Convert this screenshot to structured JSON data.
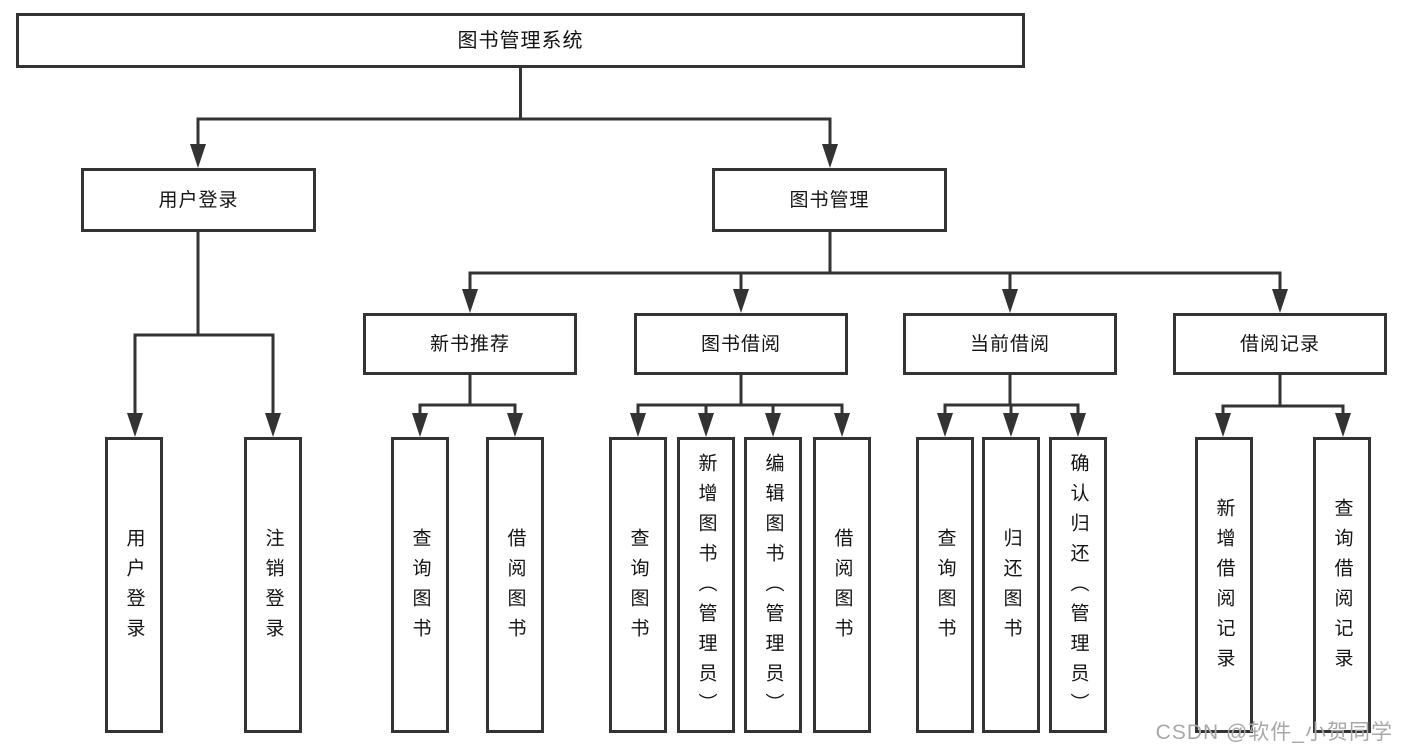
{
  "diagram": {
    "title_node": "图书管理系统",
    "tree": {
      "root": {
        "label": "图书管理系统",
        "children": [
          {
            "label": "用户登录",
            "children": [
              {
                "label": "用户登录"
              },
              {
                "label": "注销登录"
              }
            ]
          },
          {
            "label": "图书管理",
            "children": [
              {
                "label": "新书推荐",
                "children": [
                  {
                    "label": "查询图书"
                  },
                  {
                    "label": "借阅图书"
                  }
                ]
              },
              {
                "label": "图书借阅",
                "children": [
                  {
                    "label": "查询图书"
                  },
                  {
                    "label": "新增图书（管理员）"
                  },
                  {
                    "label": "编辑图书（管理员）"
                  },
                  {
                    "label": "借阅图书"
                  }
                ]
              },
              {
                "label": "当前借阅",
                "children": [
                  {
                    "label": "查询图书"
                  },
                  {
                    "label": "归还图书"
                  },
                  {
                    "label": "确认归还（管理员）"
                  }
                ]
              },
              {
                "label": "借阅记录",
                "children": [
                  {
                    "label": "新增借阅记录"
                  },
                  {
                    "label": "查询借阅记录"
                  }
                ]
              }
            ]
          }
        ]
      }
    },
    "colors": {
      "line": "#333333",
      "box_border": "#333333",
      "box_fill": "#ffffff",
      "text": "#141414",
      "watermark": "#a8a8a8",
      "background": "#ffffff"
    }
  },
  "watermark": {
    "text": "CSDN @软件_小贺同学"
  }
}
